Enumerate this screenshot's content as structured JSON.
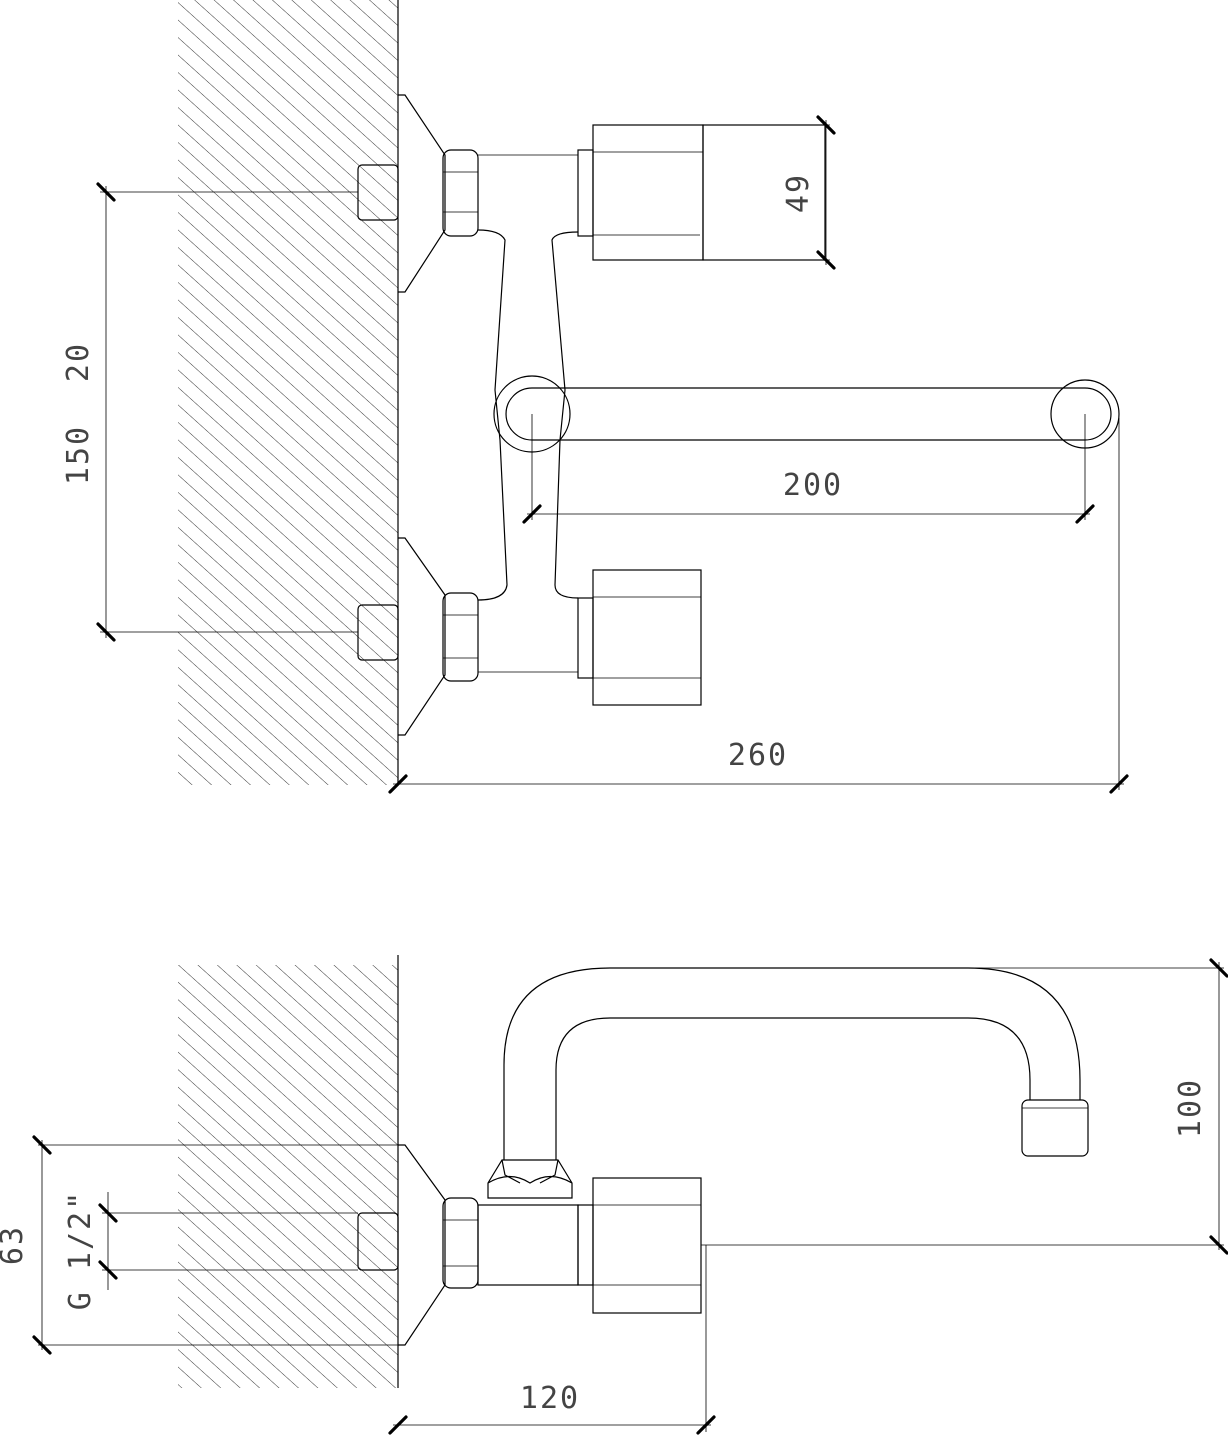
{
  "dimensions": {
    "d49": "49",
    "d150": "150",
    "d20": "20",
    "d200": "200",
    "d260": "260",
    "d100": "100",
    "d63": "63",
    "thread": "G 1/2\"",
    "d120": "120"
  },
  "colors": {
    "line": "#000000",
    "dimension_text": "#444444",
    "background": "#ffffff"
  }
}
